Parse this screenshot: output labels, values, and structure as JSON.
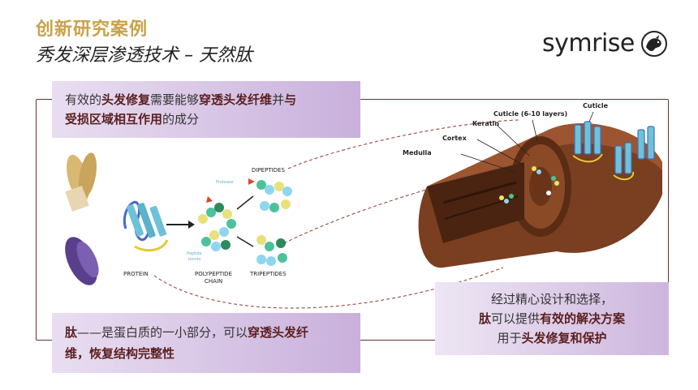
{
  "header": {
    "title": "创新研究案例",
    "subtitle": "秀发深层渗透技术 – 天然肽"
  },
  "brand": {
    "name": "symrise",
    "logo_icon": "dragon-seal-icon",
    "color": "#222222"
  },
  "colors": {
    "accent_gold": "#c9a24a",
    "frame_brown": "#6b2e2e",
    "box_purple": "#c9b0dc"
  },
  "top_box": {
    "p1": "有效的",
    "b1": "头发修复",
    "p2": "需要能够",
    "b2": "穿透头发纤维",
    "p3": "并",
    "b3": "与",
    "b4": "受损区域相互作用",
    "p4": "的成分"
  },
  "bottom_box": {
    "b1": "肽",
    "p1": "——是蛋白质的一小部分，可以",
    "b2": "穿透头发纤",
    "b3": "维，恢复结构完整性"
  },
  "right_box": {
    "line1": "经过精心设计和选择，",
    "b1": "肽",
    "p1": "可以提供",
    "b2": "有效的解决方案",
    "p2": "用于",
    "b3": "头发修复和保护"
  },
  "diagram": {
    "protein_label": "PROTEIN",
    "polypeptide_label_1": "POLYPEPTIDE",
    "polypeptide_label_2": "CHAIN",
    "dipeptides_label": "DIPEPTIDES",
    "tripeptides_label": "TRIPEPTIDES",
    "protease_label": "Protease",
    "peptide_bonds_label_1": "Peptide",
    "peptide_bonds_label_2": "bonds"
  },
  "hair": {
    "cuticle_layers": "Cuticle (6-10 layers)",
    "cuticle": "Cuticle",
    "keratin": "Keratin",
    "cortex": "Cortex",
    "medulla": "Medulla"
  }
}
